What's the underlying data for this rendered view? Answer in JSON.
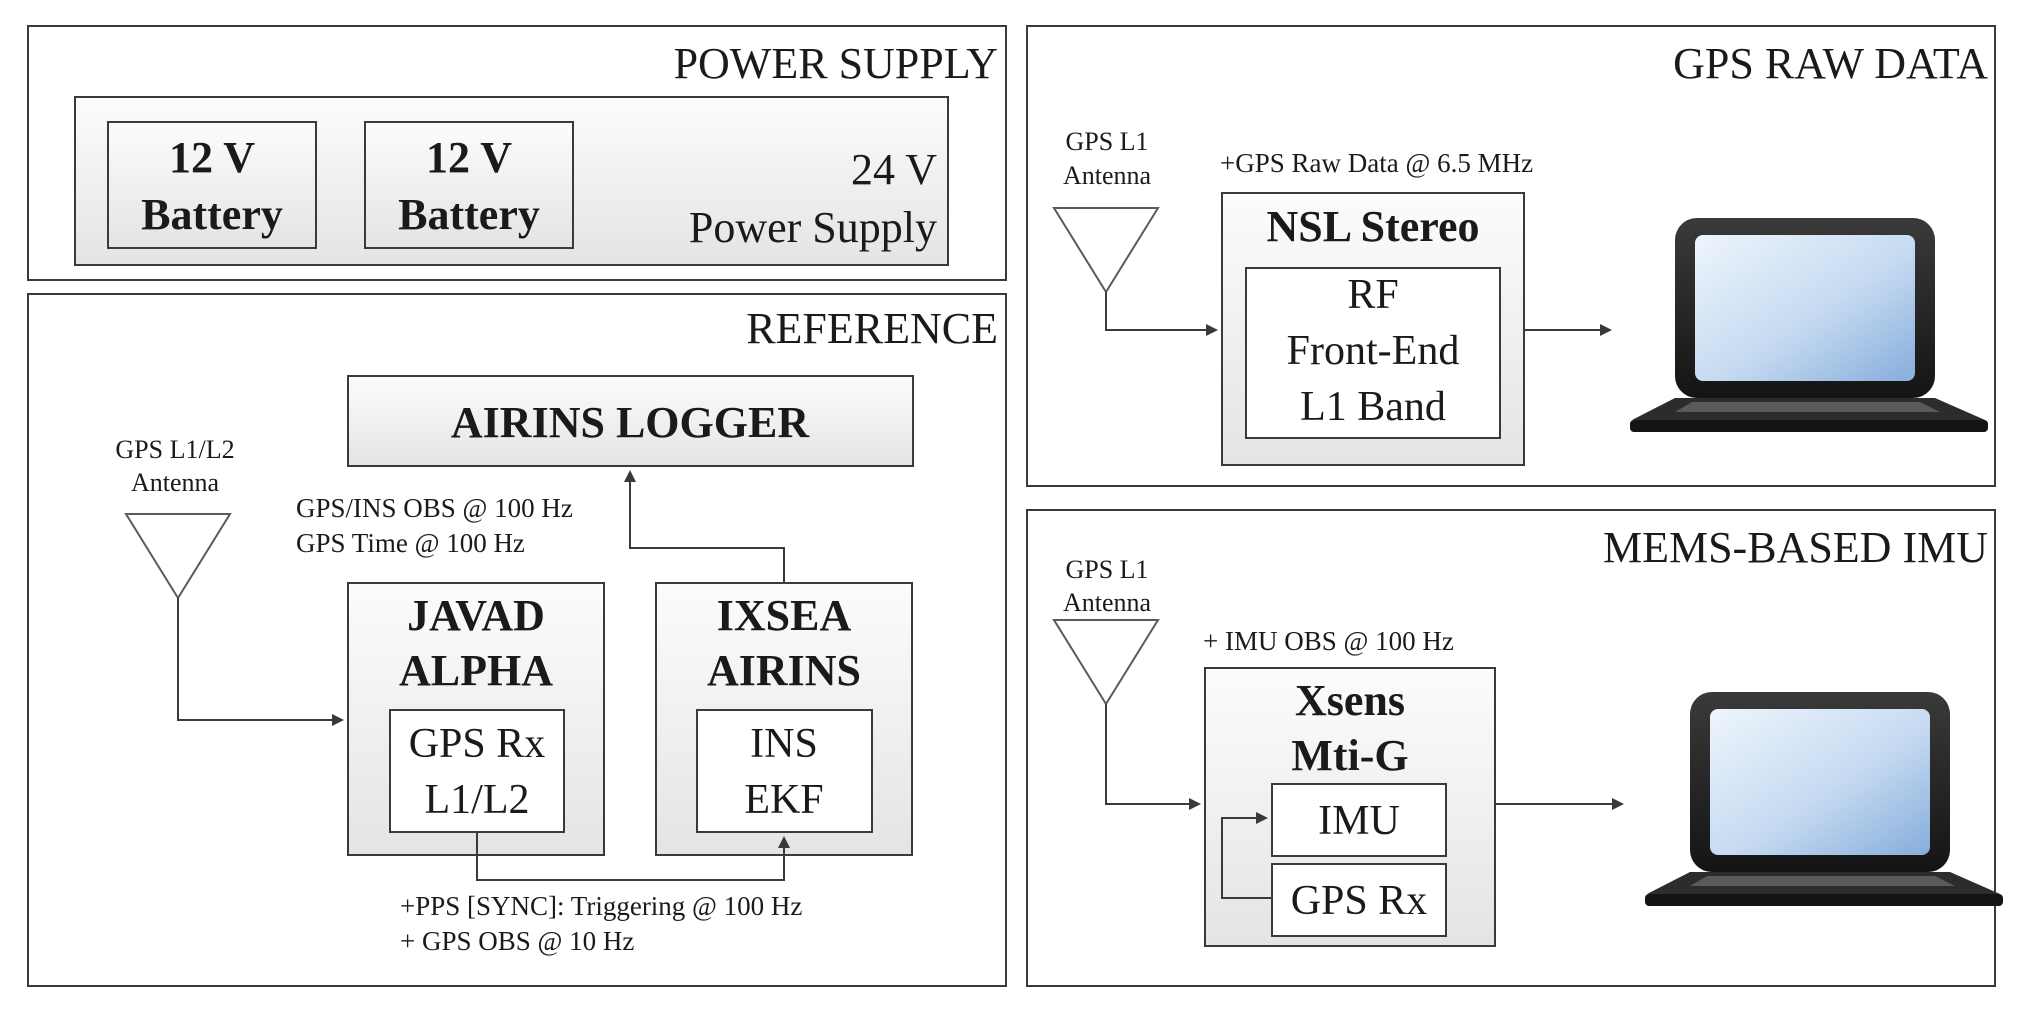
{
  "power_supply": {
    "title": "POWER SUPPLY",
    "battery1": {
      "line1": "12 V",
      "line2": "Battery"
    },
    "battery2": {
      "line1": "12 V",
      "line2": "Battery"
    },
    "supply": {
      "line1": "24 V",
      "line2": "Power Supply"
    }
  },
  "reference": {
    "title": "REFERENCE",
    "logger": "AIRINS LOGGER",
    "antenna": {
      "line1": "GPS L1/L2",
      "line2": "Antenna"
    },
    "javad": {
      "line1": "JAVAD",
      "line2": "ALPHA",
      "inner1": "GPS Rx",
      "inner2": "L1/L2"
    },
    "ixsea": {
      "line1": "IXSEA",
      "line2": "AIRINS",
      "inner1": "INS",
      "inner2": "EKF"
    },
    "obs_label1": "GPS/INS OBS @ 100 Hz",
    "obs_label2": "GPS Time @ 100 Hz",
    "pps_label1": "+PPS [SYNC]: Triggering @ 100 Hz",
    "pps_label2": "+ GPS OBS @ 10 Hz"
  },
  "gps_raw": {
    "title": "GPS RAW DATA",
    "antenna": {
      "line1": "GPS L1",
      "line2": "Antenna"
    },
    "data_label": "+GPS Raw Data @ 6.5 MHz",
    "nsl": {
      "title": "NSL Stereo",
      "inner1": "RF",
      "inner2": "Front-End",
      "inner3": "L1 Band"
    }
  },
  "mems": {
    "title": "MEMS-BASED IMU",
    "antenna": {
      "line1": "GPS L1",
      "line2": "Antenna"
    },
    "obs_label": "+ IMU OBS @ 100 Hz",
    "xsens": {
      "line1": "Xsens",
      "line2": "Mti-G",
      "imu": "IMU",
      "gps": "GPS Rx"
    }
  },
  "icons": {
    "laptop1": "laptop-icon",
    "laptop2": "laptop-icon",
    "antenna": "antenna-icon"
  },
  "colors": {
    "stroke": "#3a3a3a",
    "box_fill_light": "#fbfbfb",
    "box_fill_dark": "#e6e6e6",
    "screen_light": "#e8f1fb",
    "screen_dark": "#8fb4de"
  }
}
